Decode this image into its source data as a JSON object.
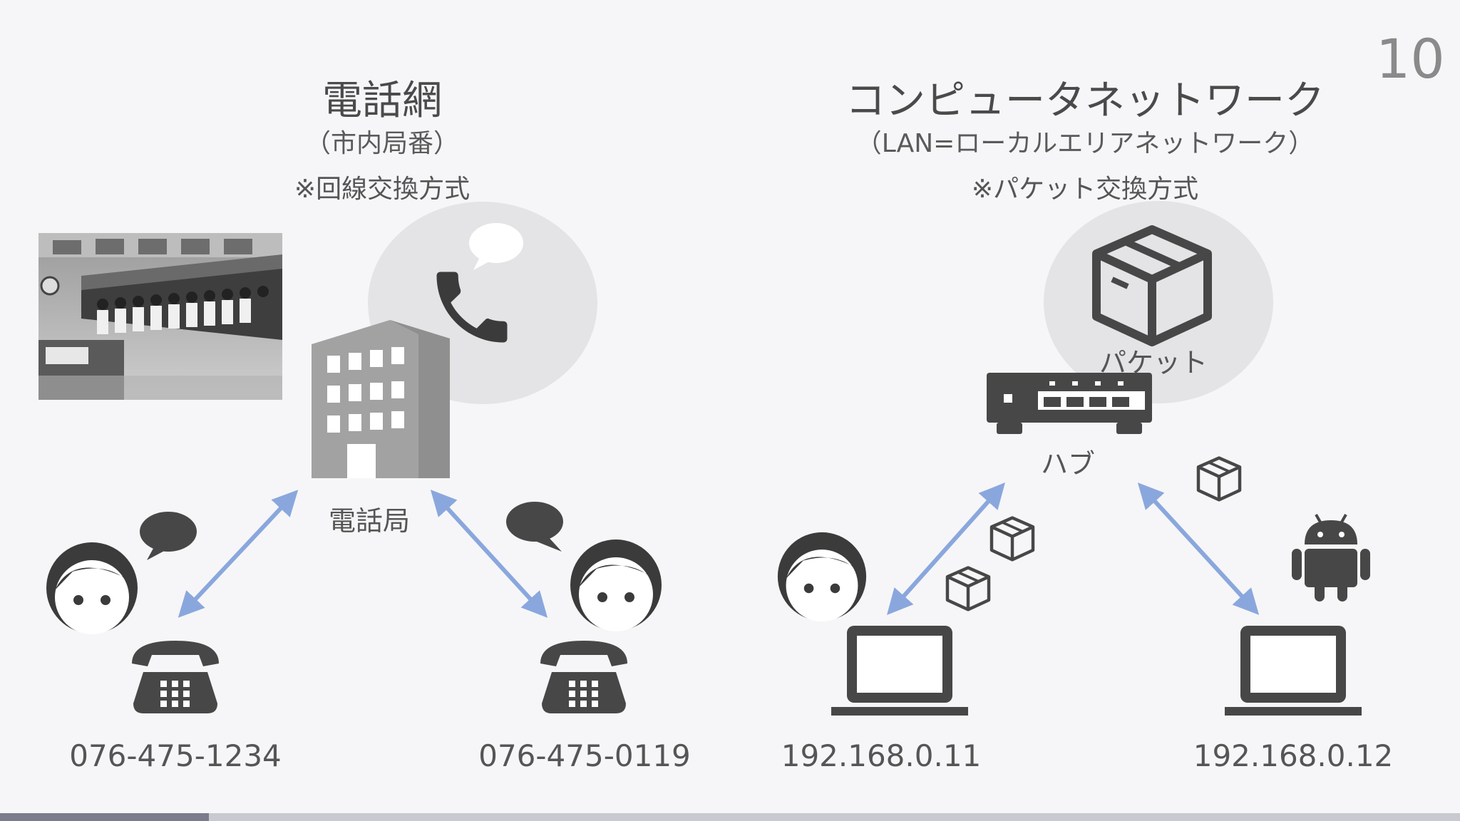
{
  "slide": {
    "page_number": "10",
    "progress": 0.143
  },
  "left": {
    "title": "電話網",
    "subtitle": "（市内局番）",
    "method": "※回線交換方式",
    "exchange_label": "電話局",
    "numbers": [
      "076-475-1234",
      "076-475-0119"
    ]
  },
  "right": {
    "title": "コンピュータネットワーク",
    "subtitle": "（LAN=ローカルエリアネットワーク）",
    "method": "※パケット交換方式",
    "packet_label": "パケット",
    "hub_label": "ハブ",
    "addresses": [
      "192.168.0.11",
      "192.168.0.12"
    ]
  },
  "colors": {
    "arrow": "#8aa7dd",
    "icon": "#474747",
    "bubble_bg": "#e4e4e6",
    "building": "#a2a2a2"
  },
  "icons": [
    "phone-handset-icon",
    "speech-bubble-icon",
    "building-icon",
    "person-face-icon",
    "desk-telephone-icon",
    "package-box-icon",
    "network-hub-icon",
    "laptop-icon",
    "android-icon",
    "double-arrow-icon"
  ]
}
